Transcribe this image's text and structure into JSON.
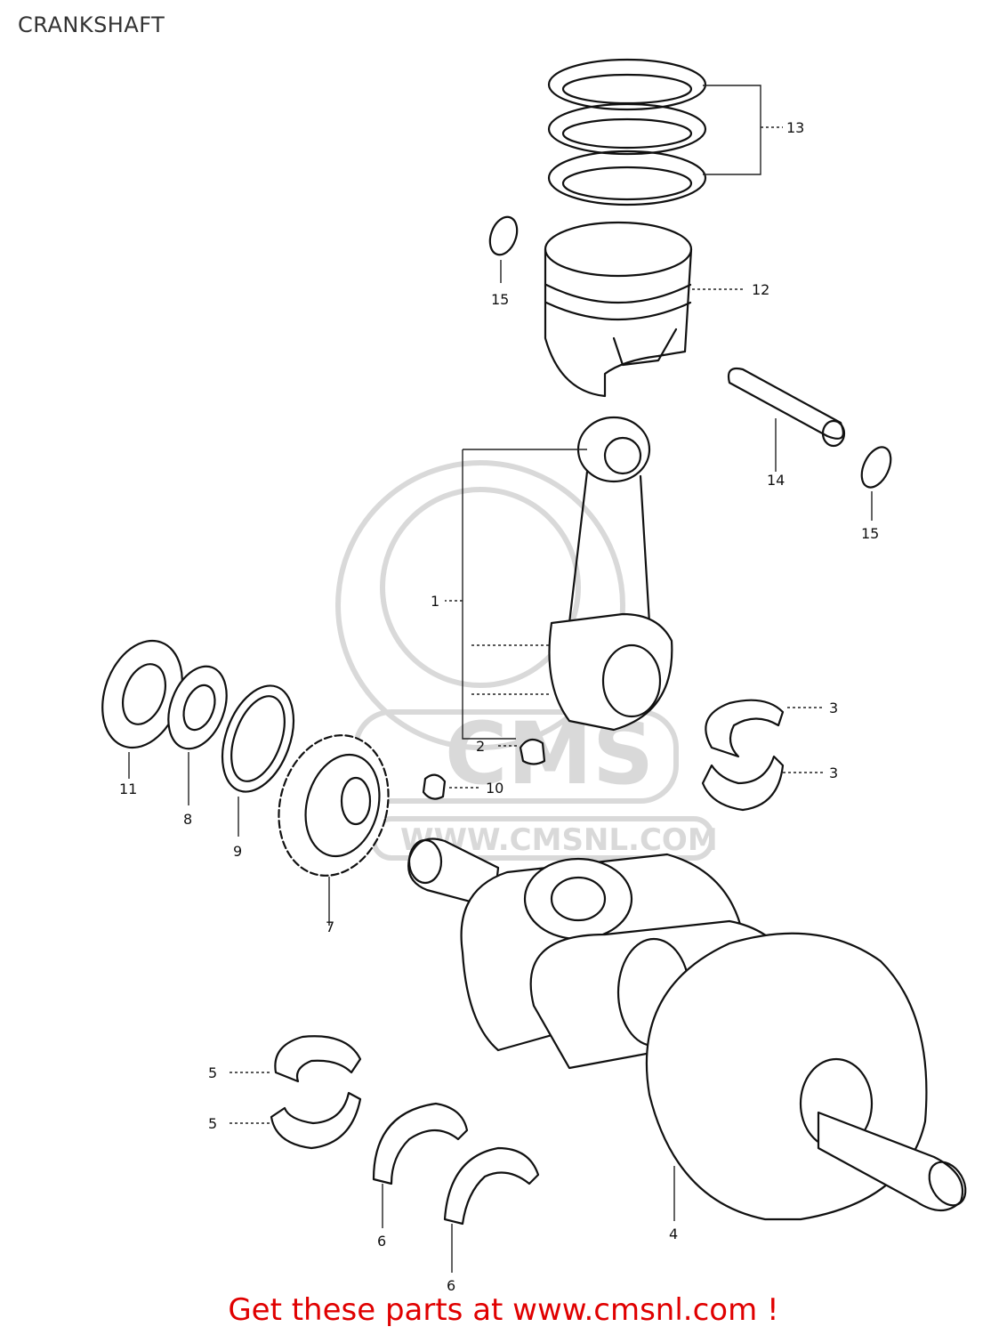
{
  "page": {
    "title": "CRANKSHAFT",
    "footer": "Get these parts at www.cmsnl.com !"
  },
  "watermark": {
    "brand": "CMS",
    "url": "WWW.CMSNL.COM"
  },
  "callouts": [
    {
      "id": "c13",
      "label": "13"
    },
    {
      "id": "c15a",
      "label": "15"
    },
    {
      "id": "c12",
      "label": "12"
    },
    {
      "id": "c14",
      "label": "14"
    },
    {
      "id": "c15b",
      "label": "15"
    },
    {
      "id": "c1a",
      "label": "1"
    },
    {
      "id": "c3",
      "label": "3"
    },
    {
      "id": "c3b",
      "label": "3"
    },
    {
      "id": "c2",
      "label": "2"
    },
    {
      "id": "c10",
      "label": "10"
    },
    {
      "id": "c11",
      "label": "11"
    },
    {
      "id": "c8",
      "label": "8"
    },
    {
      "id": "c9",
      "label": "9"
    },
    {
      "id": "c7",
      "label": "7"
    },
    {
      "id": "c5a",
      "label": "5"
    },
    {
      "id": "c5b",
      "label": "5"
    },
    {
      "id": "c6a",
      "label": "6"
    },
    {
      "id": "c6b",
      "label": "6"
    },
    {
      "id": "c4",
      "label": "4"
    }
  ]
}
